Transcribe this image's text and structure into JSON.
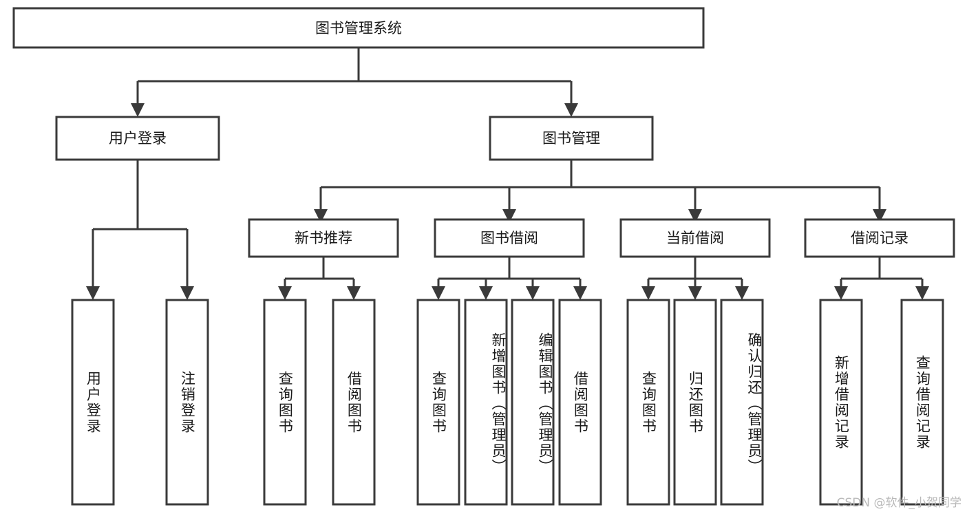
{
  "diagram": {
    "title": "图书管理系统",
    "type": "tree-hierarchy-chart",
    "colors": {
      "stroke": "#3a3a3a",
      "fill": "#ffffff",
      "text": "#1a1a1a",
      "watermark": "#b9b9b9"
    },
    "root": {
      "label": "图书管理系统"
    },
    "level2": [
      {
        "label": "用户登录"
      },
      {
        "label": "图书管理"
      }
    ],
    "level3": [
      {
        "label": "新书推荐"
      },
      {
        "label": "图书借阅"
      },
      {
        "label": "当前借阅"
      },
      {
        "label": "借阅记录"
      }
    ],
    "leaves": {
      "user_login": [
        {
          "label": "用户登录"
        },
        {
          "label": "注销登录"
        }
      ],
      "new_book": [
        {
          "label": "查询图书"
        },
        {
          "label": "借阅图书"
        }
      ],
      "book_borrow": [
        {
          "label": "查询图书"
        },
        {
          "label": "新增图书（管理员）"
        },
        {
          "label": "编辑图书（管理员）"
        },
        {
          "label": "借阅图书"
        }
      ],
      "current_borrow": [
        {
          "label": "查询图书"
        },
        {
          "label": "归还图书"
        },
        {
          "label": "确认归还（管理员）"
        }
      ],
      "borrow_record": [
        {
          "label": "新增借阅记录"
        },
        {
          "label": "查询借阅记录"
        }
      ]
    }
  },
  "watermark": {
    "text": "CSDN @软件_小贺同学"
  }
}
